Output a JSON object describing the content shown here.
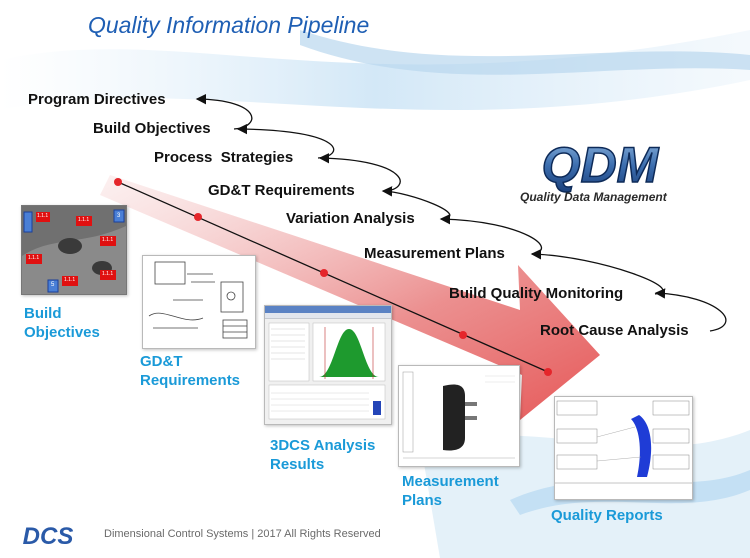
{
  "title": "Quality Information Pipeline",
  "steps": [
    "Program Directives",
    "Build Objectives",
    "Process  Strategies",
    "GD&T Requirements",
    "Variation Analysis",
    "Measurement Plans",
    "Build Quality Monitoring",
    "Root Cause Analysis"
  ],
  "logo": {
    "text": "QDM",
    "subtitle": "Quality Data Management"
  },
  "captions": {
    "build_objectives": [
      "Build",
      "Objectives"
    ],
    "gdt": [
      "GD&T",
      "Requirements"
    ],
    "analysis": [
      "3DCS Analysis",
      "Results"
    ],
    "measurement": [
      "Measurement",
      "Plans"
    ],
    "reports": "Quality Reports"
  },
  "badges": [
    "1.1.1",
    "1.1.1",
    "3",
    "1.1.1",
    "1.1.1",
    "1.1.1",
    "1.1.1",
    "5"
  ],
  "footer": "Dimensional Control Systems | 2017 All Rights Reserved",
  "company_logo": "DCS",
  "colors": {
    "title": "#1f5fb4",
    "captions": "#1a9ad8",
    "nodes": "#e5262b",
    "arrow": "#e56a6a"
  }
}
